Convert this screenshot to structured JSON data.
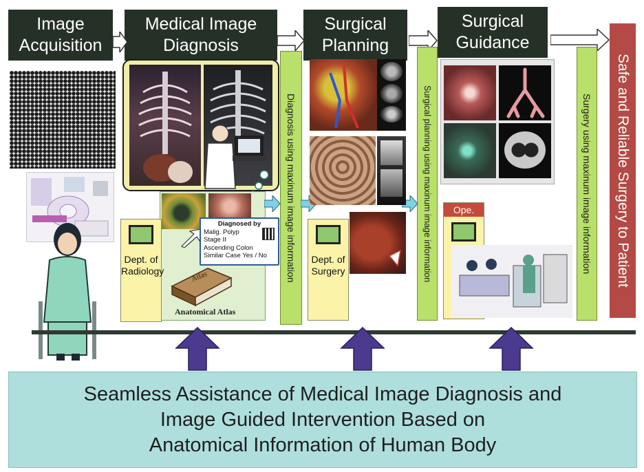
{
  "stages": {
    "image_acquisition": [
      "Image",
      "Acquisition"
    ],
    "medical_image_diagnosis": [
      "Medical Image",
      "Diagnosis"
    ],
    "surgical_planning": [
      "Surgical",
      "Planning"
    ],
    "surgical_guidance": [
      "Surgical",
      "Guidance"
    ]
  },
  "final_stage": "Safe and Reliable Surgery to Patient",
  "vertical_labels": {
    "diagnosis": "Diagnosis using maxinum image information",
    "planning": "Surgical planning using maxinum image information",
    "surgery": "Surgery using maxinum image information"
  },
  "departments": {
    "radiology": [
      "Dept. of",
      "Radiology"
    ],
    "surgery": [
      "Dept. of",
      "Surgery"
    ],
    "ope": "Ope."
  },
  "diagnosis_card": {
    "title": "Diagnosed by",
    "lines": [
      "Malig. Polyp",
      "Stage   II",
      "Ascending Colon",
      "Similar Case  Yes / No"
    ]
  },
  "atlas": {
    "book_label": "Atlas",
    "caption": "Anatomical Atlas"
  },
  "bottom_banner": [
    "Seamless Assistance of Medical Image Diagnosis and",
    "Image Guided Intervention Based on",
    "Anatomical Information of Human Body"
  ],
  "colors": {
    "stage_header": "#253027",
    "vertical_bar": "#b8e06a",
    "final_bar": "#b44a45",
    "banner": "#aedfdd",
    "timeline": "#2f3a32",
    "up_arrow": "#4b3a8e",
    "dept_box": "#fbf3a8",
    "panel_highlight": "#f1eea8"
  }
}
